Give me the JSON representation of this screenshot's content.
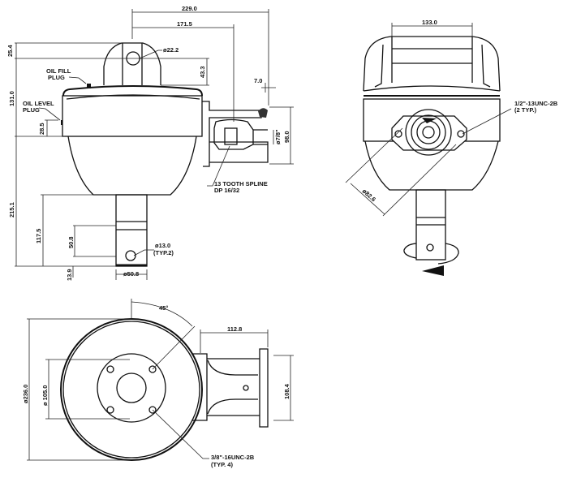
{
  "front_view": {
    "dim_229": "229.0",
    "dim_171_5": "171.5",
    "dim_lift_hole": "ø22.2",
    "dim_25_4": "25.4",
    "dim_43_3": "43.3",
    "dim_131": "131.0",
    "dim_28_5": "28.5",
    "dim_7": "7.0",
    "dim_7_8": "ø7/8\"",
    "dim_98": "98.0",
    "dim_215_1": "215.1",
    "dim_117_5": "117.5",
    "dim_50_8": "50.8",
    "dim_13_9": "13.9",
    "dim_shaft": "ø50.8",
    "oil_fill_line1": "OIL FILL",
    "oil_fill_line2": "PLUG",
    "oil_level_line1": "OIL LEVEL",
    "oil_level_line2": "PLUG",
    "spline_line1": "13 TOOTH SPLINE",
    "spline_line2": "DP 16/32",
    "shaft_hole_line1": "ø13.0",
    "shaft_hole_line2": "(TYP.2)"
  },
  "side_view": {
    "dim_133": "133.0",
    "dim_bolt_circle": "ø82.6",
    "thread_line1": "1/2\"-13UNC-2B",
    "thread_line2": "(2 TYP.)",
    "rotation": "rotation-arrow-icon"
  },
  "bottom_view": {
    "angle": "45°",
    "dim_112_8": "112.8",
    "dim_108_4": "108.4",
    "dim_236": "ø236.0",
    "dim_105": "ø 105.0",
    "thread_line1": "3/8\"-16UNC-2B",
    "thread_line2": "(TYP. 4)"
  }
}
